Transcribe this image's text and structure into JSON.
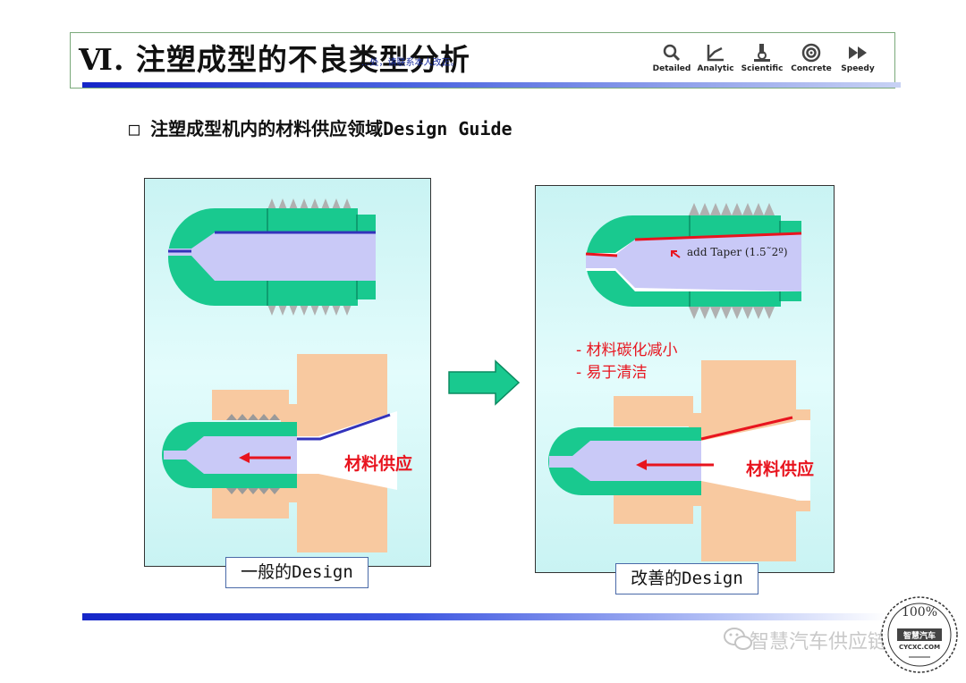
{
  "header": {
    "title": "Ⅵ. 注塑成型的不良类型分析",
    "watermark": "...处，请联系本人改正。",
    "toolbar": [
      {
        "label": "Detailed",
        "icon": "magnifier-icon"
      },
      {
        "label": "Analytic",
        "icon": "line-graph-icon"
      },
      {
        "label": "Scientific",
        "icon": "microscope-icon"
      },
      {
        "label": "Concrete",
        "icon": "target-icon"
      },
      {
        "label": "Speedy",
        "icon": "fast-forward-icon"
      }
    ]
  },
  "subtitle": "□ 注塑成型机内的材料供应领域Design Guide",
  "left_panel": {
    "caption": "一般的Design",
    "flow_label": "材料供应"
  },
  "right_panel": {
    "caption": "改善的Design",
    "flow_label": "材料供应",
    "taper_note": "add Taper (1.5˜2º)",
    "benefits": [
      "- 材料碳化减小",
      "- 易于清洁"
    ]
  },
  "footer": {
    "brand": "智慧汽车供应链",
    "stamp_top": "100%",
    "stamp_mid": "智慧汽车",
    "stamp_bottom": "CYCXC.COM"
  },
  "colors": {
    "nozzle_green": "#19c98f",
    "flow_channel": "#c9c9f7",
    "heater_orange": "#f8c9a0",
    "panel_bg": "#ccf7f7",
    "accent_red": "#e8141e",
    "line_blue": "#3333bb"
  }
}
